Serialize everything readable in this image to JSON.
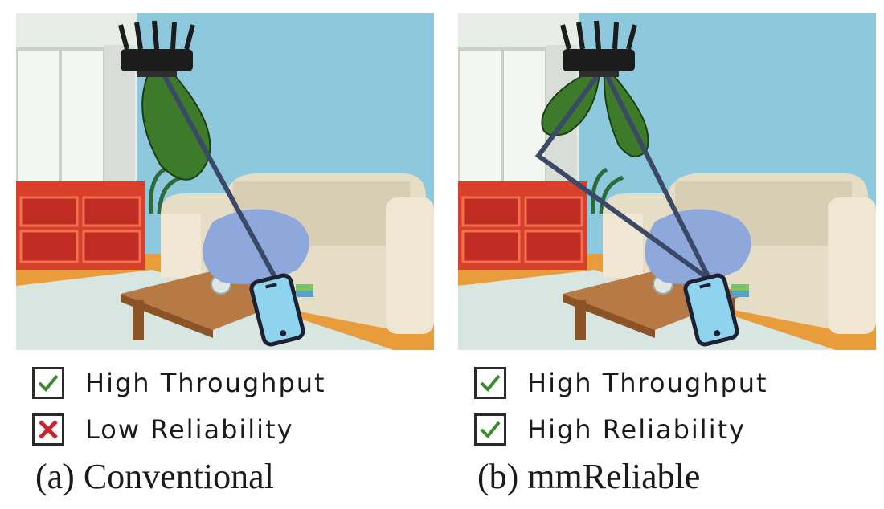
{
  "panels": [
    {
      "id": "a",
      "caption": "(a) Conventional",
      "legend": [
        {
          "label": "High Throughput",
          "status": "check"
        },
        {
          "label": "Low Reliability",
          "status": "cross"
        }
      ],
      "beams": 1
    },
    {
      "id": "b",
      "caption": "(b) mmReliable",
      "legend": [
        {
          "label": "High Throughput",
          "status": "check"
        },
        {
          "label": "High Reliability",
          "status": "check"
        }
      ],
      "beams": 2
    }
  ],
  "colors": {
    "wall": "#8ec8dc",
    "beam": "#3d7a2a",
    "link": "#3a4a66",
    "blockage": "#8fa8dc",
    "check": "#3c8a2e",
    "cross": "#c8262e"
  },
  "icons": {
    "router": "router-icon",
    "phone": "smartphone-icon",
    "check": "check-mark-icon",
    "cross": "x-mark-icon"
  }
}
